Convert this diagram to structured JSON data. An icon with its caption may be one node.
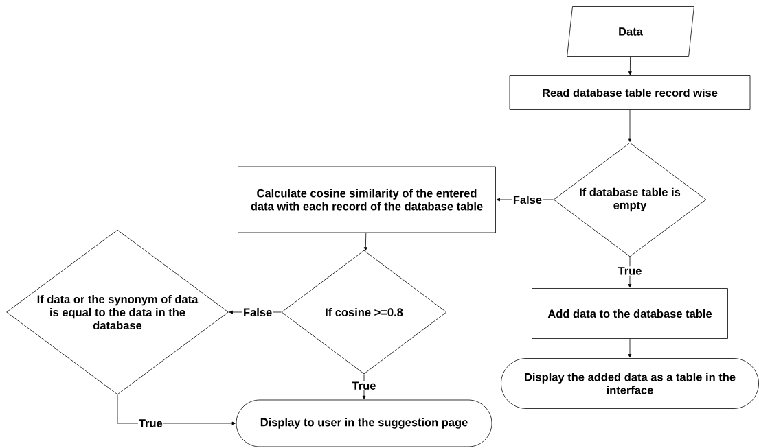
{
  "diagram": {
    "nodes": [
      {
        "text": [
          "Data"
        ]
      },
      {
        "text": [
          "Read database table record wise"
        ]
      },
      {
        "text": [
          "If database table is empty"
        ]
      },
      {
        "text": [
          "Calculate cosine similarity of the entered data with each record of the database table"
        ]
      },
      {
        "text": [
          "If cosine >=0.8"
        ]
      },
      {
        "text": [
          "If data or the synonym of data is equal to the data in the database"
        ]
      },
      {
        "text": [
          "Display to user in the suggestion page"
        ]
      },
      {
        "text": [
          "Add data to the database table"
        ]
      },
      {
        "text": [
          "Display the added data as a table in the interface"
        ]
      }
    ],
    "edges": [
      {
        "from": 0,
        "to": 1,
        "arrow": "to"
      },
      {
        "from": 1,
        "to": 2,
        "arrow": "to"
      },
      {
        "from": 2,
        "to": 3,
        "arrow": "to",
        "label": "False"
      },
      {
        "from": 3,
        "to": 4,
        "arrow": "to"
      },
      {
        "from": 4,
        "to": 5,
        "arrow": "to",
        "label": "False"
      },
      {
        "from": 4,
        "to": 6,
        "arrow": "to",
        "label": "True"
      },
      {
        "from": 5,
        "to": 6,
        "arrow": "to",
        "label": "True"
      },
      {
        "from": 2,
        "to": 7,
        "arrow": "to",
        "label": "True"
      },
      {
        "from": 7,
        "to": 8,
        "arrow": "to"
      }
    ]
  }
}
